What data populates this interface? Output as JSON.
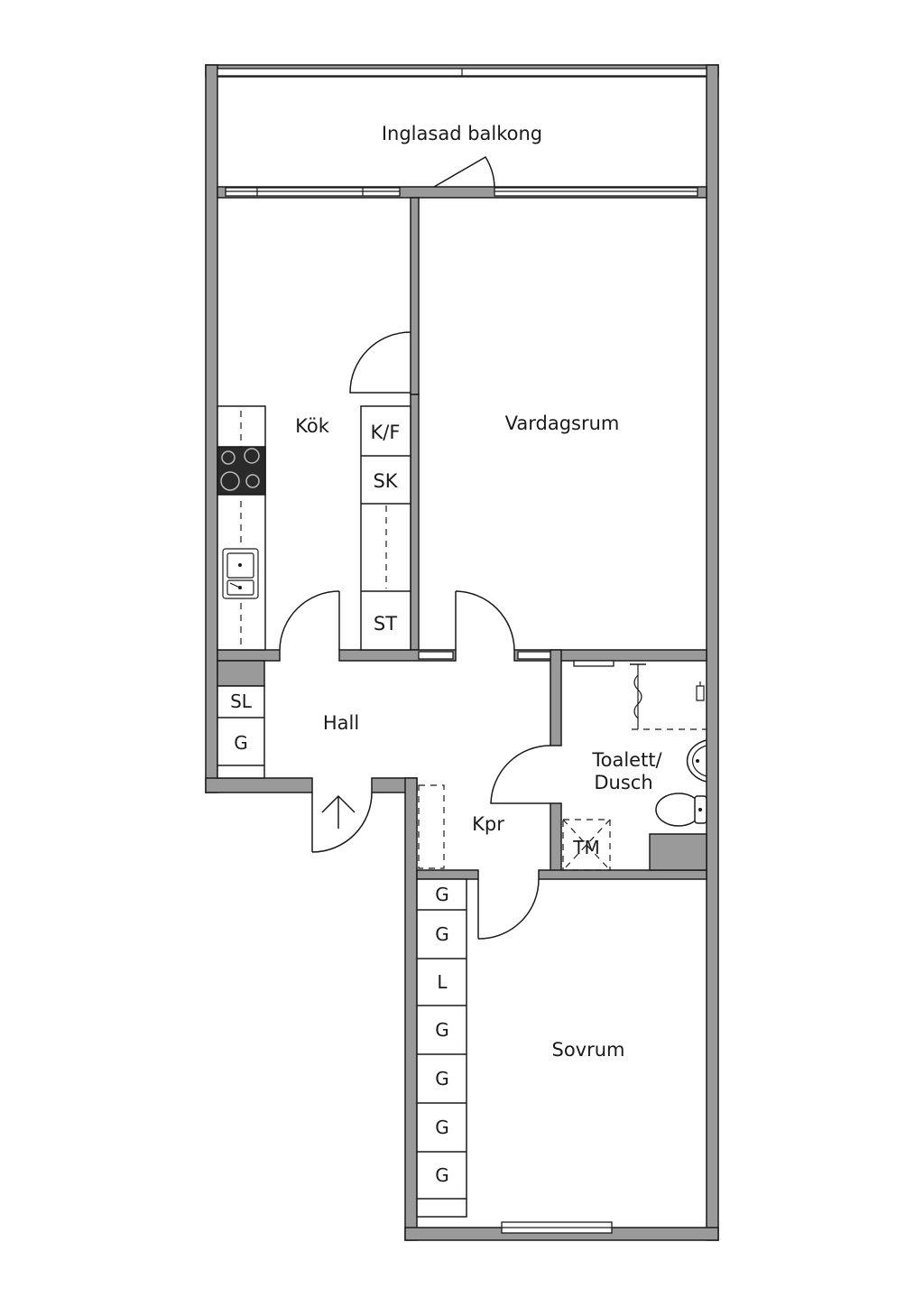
{
  "rooms": {
    "balcony": "Inglasad balkong",
    "kitchen": "Kök",
    "living_room": "Vardagsrum",
    "hall": "Hall",
    "bathroom_line1": "Toalett/",
    "bathroom_line2": "Dusch",
    "closet": "Kpr",
    "bedroom": "Sovrum"
  },
  "fixtures": {
    "fridge_freezer": "K/F",
    "cabinet_sk": "SK",
    "cabinet_st": "ST",
    "cabinet_sl": "SL",
    "hall_wardrobe": "G",
    "washing_machine": "TM"
  },
  "bedroom_wardrobes": [
    "G",
    "G",
    "L",
    "G",
    "G",
    "G",
    "G"
  ],
  "icons": [
    "entrance-arrow-icon",
    "stove-icon",
    "sink-icon",
    "toilet-icon",
    "washbasin-icon",
    "shower-icon",
    "washing-machine-icon"
  ]
}
